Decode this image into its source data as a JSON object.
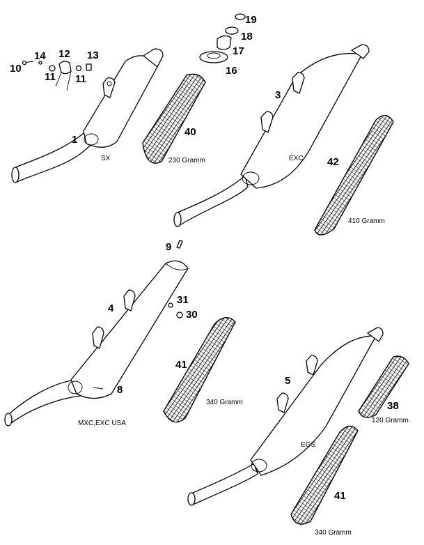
{
  "part_numbers": {
    "p1": "1",
    "p3": "3",
    "p4": "4",
    "p5": "5",
    "p8": "8",
    "p9": "9",
    "p10": "10",
    "p11a": "11",
    "p11b": "11",
    "p12": "12",
    "p13": "13",
    "p14": "14",
    "p16": "16",
    "p17": "17",
    "p18": "18",
    "p19": "19",
    "p30": "30",
    "p31": "31",
    "p38": "38",
    "p40": "40",
    "p41a": "41",
    "p41b": "41",
    "p42": "42"
  },
  "variants": {
    "sx": "SX",
    "exc": "EXC",
    "mxc": "MXC,EXC USA",
    "egs": "EGS"
  },
  "weights": {
    "w40": "230 Gramm",
    "w42": "410 Gramm",
    "w41a": "340 Gramm",
    "w41b": "340 Gramm",
    "w38": "120 Gramm"
  }
}
